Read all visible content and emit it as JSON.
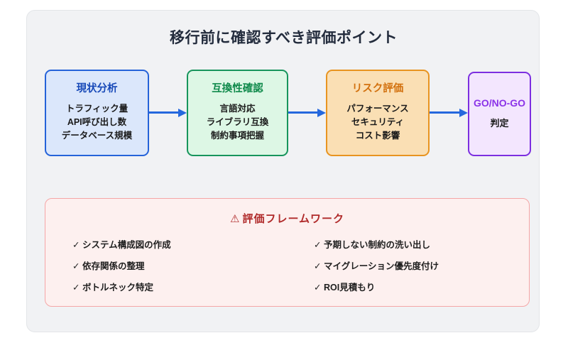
{
  "diagram": {
    "title": "移行前に確認すべき評価ポイント",
    "accent_colors": {
      "analysis": "#1749b8",
      "compatibility": "#0f8a4b",
      "risk": "#d2700d",
      "decision": "#8b33e8",
      "arrow": "#2568dd",
      "framework": "#b02a2a"
    },
    "steps": [
      {
        "id": "analysis",
        "heading": "現状分析",
        "lines": [
          "トラフィック量",
          "API呼び出し数",
          "データベース規模"
        ]
      },
      {
        "id": "compatibility",
        "heading": "互換性確認",
        "lines": [
          "言語対応",
          "ライブラリ互換",
          "制約事項把握"
        ]
      },
      {
        "id": "risk",
        "heading": "リスク評価",
        "lines": [
          "パフォーマンス",
          "セキュリティ",
          "コスト影響"
        ]
      },
      {
        "id": "decision",
        "heading": "GO/NO-GO",
        "lines": [
          "判定"
        ]
      }
    ],
    "framework": {
      "icon": "warning-triangle-icon",
      "icon_glyph": "⚠",
      "title": "評価フレームワーク",
      "check_mark": "✓",
      "left_items": [
        "システム構成図の作成",
        "依存関係の整理",
        "ボトルネック特定"
      ],
      "right_items": [
        "予期しない制約の洗い出し",
        "マイグレーション優先度付け",
        "ROI見積もり"
      ]
    }
  }
}
